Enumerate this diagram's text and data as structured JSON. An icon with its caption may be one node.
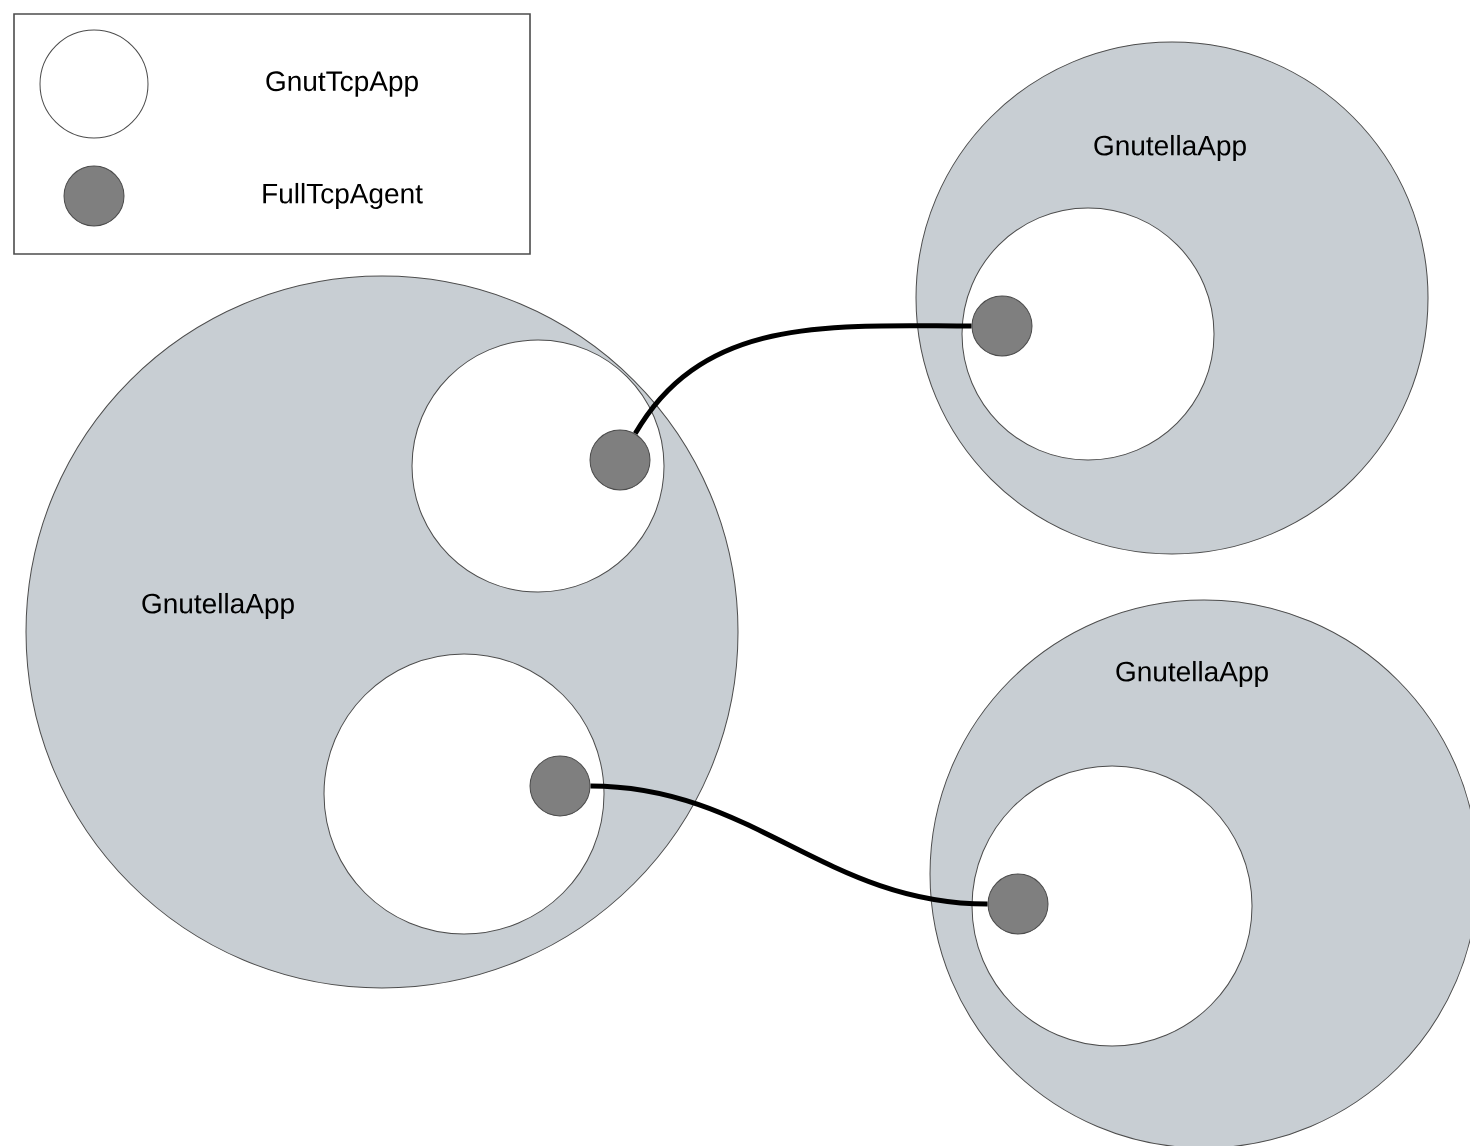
{
  "diagram": {
    "nodes": [
      {
        "text": [
          "GnutellaApp"
        ]
      },
      {
        "text": [],
        "shape": "circle",
        "in": 0
      },
      {
        "text": [],
        "shape": "circle",
        "in": 1
      },
      {
        "text": [],
        "shape": "circle",
        "in": 0
      },
      {
        "text": [],
        "shape": "circle",
        "in": 3
      },
      {
        "text": [
          "GnutellaApp"
        ]
      },
      {
        "text": [],
        "shape": "circle",
        "in": 5
      },
      {
        "text": [],
        "shape": "circle",
        "in": 6
      },
      {
        "text": [
          "GnutellaApp"
        ]
      },
      {
        "text": [],
        "shape": "circle",
        "in": 8
      },
      {
        "text": [],
        "shape": "circle",
        "in": 9
      }
    ],
    "edges": [
      {
        "from": 2,
        "to": 7,
        "arrow": "none"
      },
      {
        "from": 4,
        "to": 10,
        "arrow": "none"
      }
    ],
    "legend": [
      {
        "text": "GnutTcpApp"
      },
      {
        "text": "FullTcpAgent"
      }
    ]
  }
}
